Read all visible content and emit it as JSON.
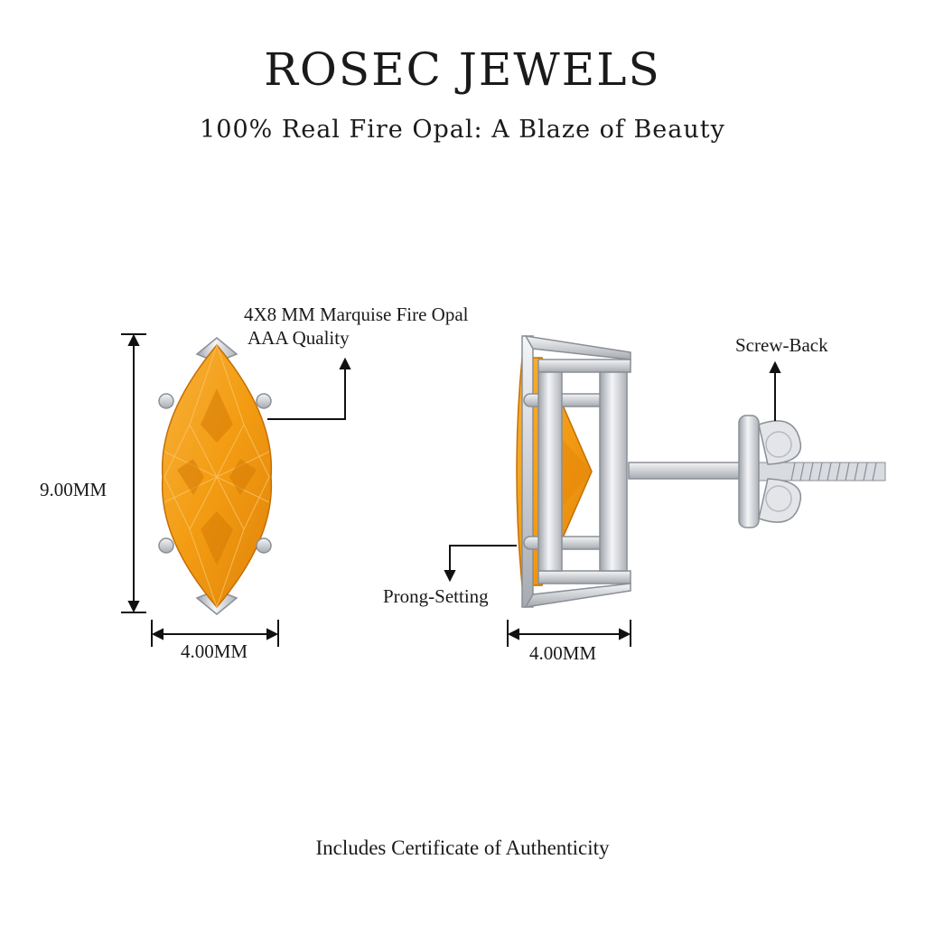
{
  "brand": "ROSEC JEWELS",
  "tagline": "100% Real Fire Opal: A Blaze of Beauty",
  "front_view": {
    "stone_label_line1": "4X8 MM Marquise Fire Opal",
    "stone_label_line2": "AAA Quality",
    "height_label": "9.00MM",
    "width_label": "4.00MM"
  },
  "side_view": {
    "back_label": "Screw-Back",
    "setting_label": "Prong-Setting",
    "width_label": "4.00MM"
  },
  "footer": "Includes Certificate of Authenticity",
  "colors": {
    "opal": "#f39c12",
    "opal_dark": "#d67a05",
    "metal": "#c9ccd1",
    "ink": "#1a1a1a"
  }
}
